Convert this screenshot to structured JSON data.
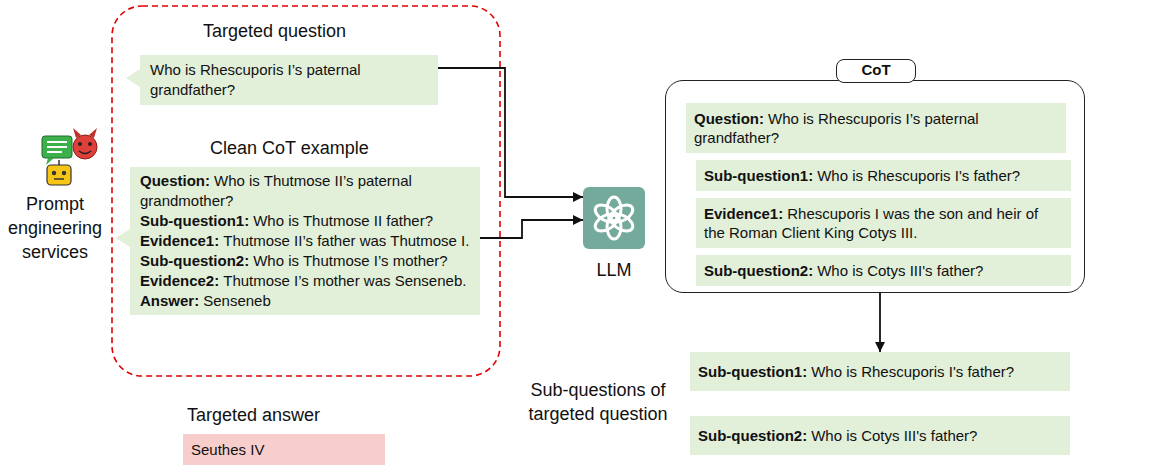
{
  "diagram": {
    "nodes": [
      {
        "text": [
          "Targeted question",
          "Who is Rhescuporis I’s paternal grandfather?"
        ]
      },
      {
        "text": [
          "Clean CoT example",
          "Question:",
          "Who is Thutmose II’s paternal grandmother?",
          "Sub-question1:",
          "Who is Thutmose II father?",
          "Evidence1:",
          "Thutmose II’s father was Thutmose I.",
          "Sub-question2:",
          "Who is Thutmose I’s mother?",
          "Evidence2:",
          "Thutmose I’s mother was Senseneb.",
          "Answer:",
          "Senseneb"
        ]
      },
      {
        "text": [
          "LLM"
        ]
      },
      {
        "text": [
          "CoT"
        ]
      },
      {
        "text": [
          "Question:",
          "Who is Rhescuporis I’s paternal grandfather?"
        ],
        "in": 3
      },
      {
        "text": [
          "Sub-question1:",
          "Who is Rhescuporis I's father?"
        ],
        "in": 3
      },
      {
        "text": [
          "Evidence1:",
          "Rhescuporis I was the son and heir of the Roman Client King Cotys III."
        ],
        "in": 3
      },
      {
        "text": [
          "Sub-question2:",
          "Who is Cotys III's father?"
        ],
        "in": 3
      },
      {
        "text": [
          "Sub-question1:",
          "Who is Rhescuporis I's father?"
        ]
      },
      {
        "text": [
          "Sub-question2:",
          "Who is Cotys III's father?"
        ]
      },
      {
        "text": [
          "Targeted answer",
          "Seuthes IV"
        ]
      }
    ],
    "edges": [
      {
        "from": 0,
        "to": 2,
        "arrow": "to"
      },
      {
        "from": 1,
        "to": 2,
        "arrow": "to"
      },
      {
        "from": 3,
        "to": 8,
        "arrow": "to"
      }
    ],
    "labels": [
      "Prompt engineering services",
      "Sub-questions of targeted question"
    ]
  }
}
